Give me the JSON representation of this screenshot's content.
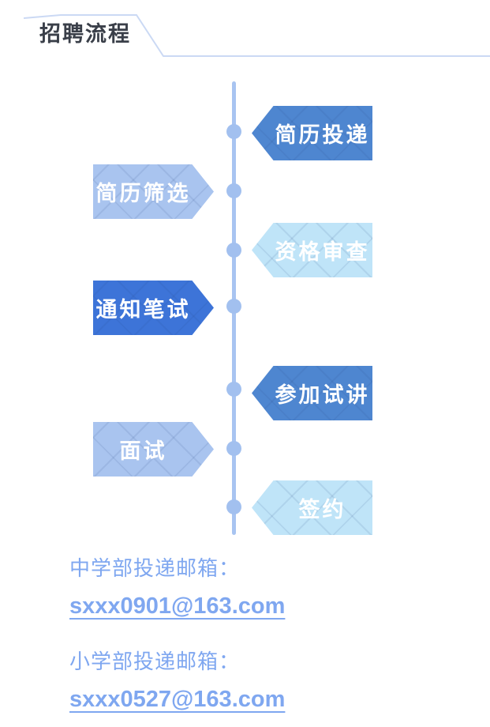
{
  "header": {
    "title": "招聘流程",
    "title_color": "#3a3f49",
    "line_color": "#cbd9f4"
  },
  "timeline": {
    "line_color": "#a8c4f1",
    "dot_color": "#a2c0ef",
    "dot_count": 7
  },
  "steps": [
    {
      "label": "简历投递",
      "side": "right",
      "color": "#4e86d0"
    },
    {
      "label": "简历筛选",
      "side": "left",
      "color": "#a9c4ef"
    },
    {
      "label": "资格审查",
      "side": "right",
      "color": "#bfe4f8"
    },
    {
      "label": "通知笔试",
      "side": "left",
      "color": "#3d74d8"
    },
    {
      "label": "参加试讲",
      "side": "right",
      "color": "#4e86d0"
    },
    {
      "label": "面试",
      "side": "left",
      "color": "#a9c4ef"
    },
    {
      "label": "签约",
      "side": "right",
      "color": "#bfe4f8"
    }
  ],
  "contacts": {
    "text_color": "#7fa7f0",
    "middle_school": {
      "label": "中学部投递邮箱：",
      "email": "sxxx0901@163.com"
    },
    "primary_school": {
      "label": "小学部投递邮箱：",
      "email": "sxxx0527@163.com"
    }
  }
}
